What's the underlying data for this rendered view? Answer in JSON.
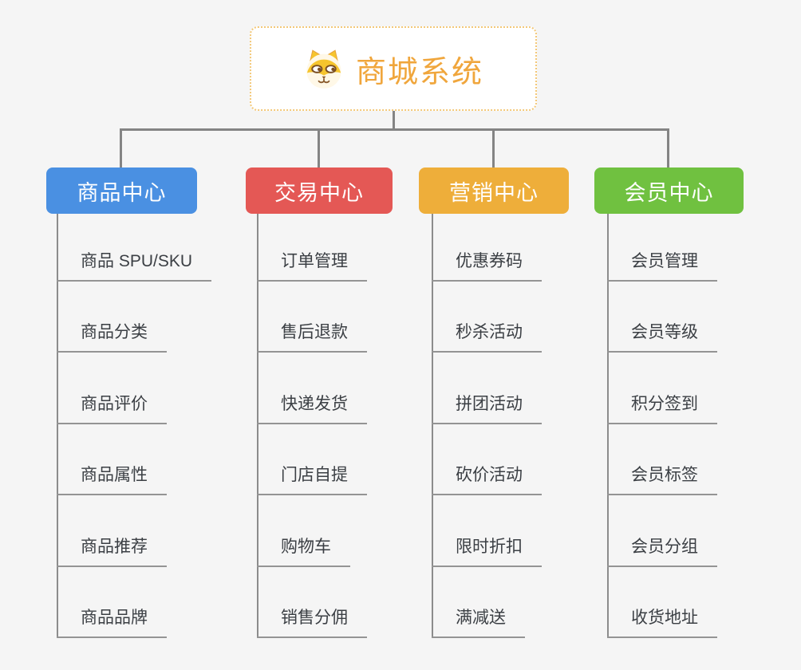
{
  "root": {
    "label": "商城系统",
    "icon": "dog-face-icon",
    "text_color": "#F0A63C",
    "border_color": "#F3C878"
  },
  "connector_color": "#848484",
  "background_color": "#F5F5F5",
  "branches": [
    {
      "label": "商品中心",
      "color": "#4A90E2",
      "children": [
        "商品 SPU/SKU",
        "商品分类",
        "商品评价",
        "商品属性",
        "商品推荐",
        "商品品牌"
      ]
    },
    {
      "label": "交易中心",
      "color": "#E45855",
      "children": [
        "订单管理",
        "售后退款",
        "快递发货",
        "门店自提",
        "购物车",
        "销售分佣"
      ]
    },
    {
      "label": "营销中心",
      "color": "#EEAE3A",
      "children": [
        "优惠券码",
        "秒杀活动",
        "拼团活动",
        "砍价活动",
        "限时折扣",
        "满减送"
      ]
    },
    {
      "label": "会员中心",
      "color": "#70C140",
      "children": [
        "会员管理",
        "会员等级",
        "积分签到",
        "会员标签",
        "会员分组",
        "收货地址"
      ]
    }
  ]
}
